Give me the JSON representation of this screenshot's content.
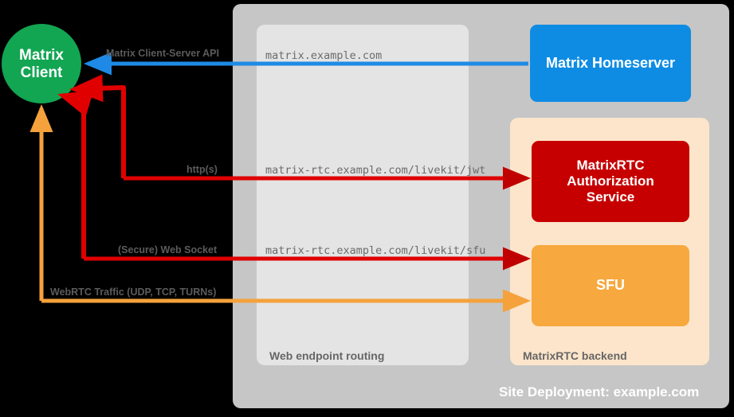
{
  "diagram": {
    "title": "Site Deployment: example.com",
    "colors": {
      "background": "#000000",
      "site_container": "#c6c6c6",
      "routing_panel": "#e4e4e4",
      "backend_panel": "#fce5ca",
      "client_node": "#12a552",
      "homeserver_node": "#0e8ce4",
      "auth_service_node": "#c60000",
      "sfu_node": "#f7a83e",
      "arrow_blue": "#1e8ae6",
      "arrow_red": "#e00000",
      "arrow_orange": "#f5a23c",
      "mono_text": "#6b6b6b",
      "group_text": "#666666"
    },
    "nodes": {
      "client": {
        "label_line1": "Matrix",
        "label_line2": "Client"
      },
      "homeserver": {
        "label": "Matrix Homeserver"
      },
      "auth_service": {
        "label_line1": "MatrixRTC",
        "label_line2": "Authorization",
        "label_line3": "Service"
      },
      "sfu": {
        "label": "SFU"
      }
    },
    "groups": {
      "routing": {
        "label": "Web endpoint routing"
      },
      "backend": {
        "label": "MatrixRTC backend"
      }
    },
    "endpoints": [
      {
        "id": "homeserver-endpoint",
        "text": "matrix.example.com"
      },
      {
        "id": "jwt-endpoint",
        "text": "matrix-rtc.example.com/livekit/jwt"
      },
      {
        "id": "sfu-endpoint",
        "text": "matrix-rtc.example.com/livekit/sfu"
      }
    ],
    "connections": [
      {
        "id": "client-server-api",
        "label": "Matrix Client-Server API",
        "color": "#1e8ae6",
        "direction": "to-client"
      },
      {
        "id": "https",
        "label": "http(s)",
        "color": "#e00000",
        "direction": "bidirectional"
      },
      {
        "id": "web-socket",
        "label": "(Secure) Web Socket",
        "color": "#e00000",
        "direction": "bidirectional"
      },
      {
        "id": "webrtc-traffic",
        "label": "WebRTC Traffic (UDP, TCP, TURNs)",
        "color": "#f5a23c",
        "direction": "bidirectional"
      }
    ]
  }
}
